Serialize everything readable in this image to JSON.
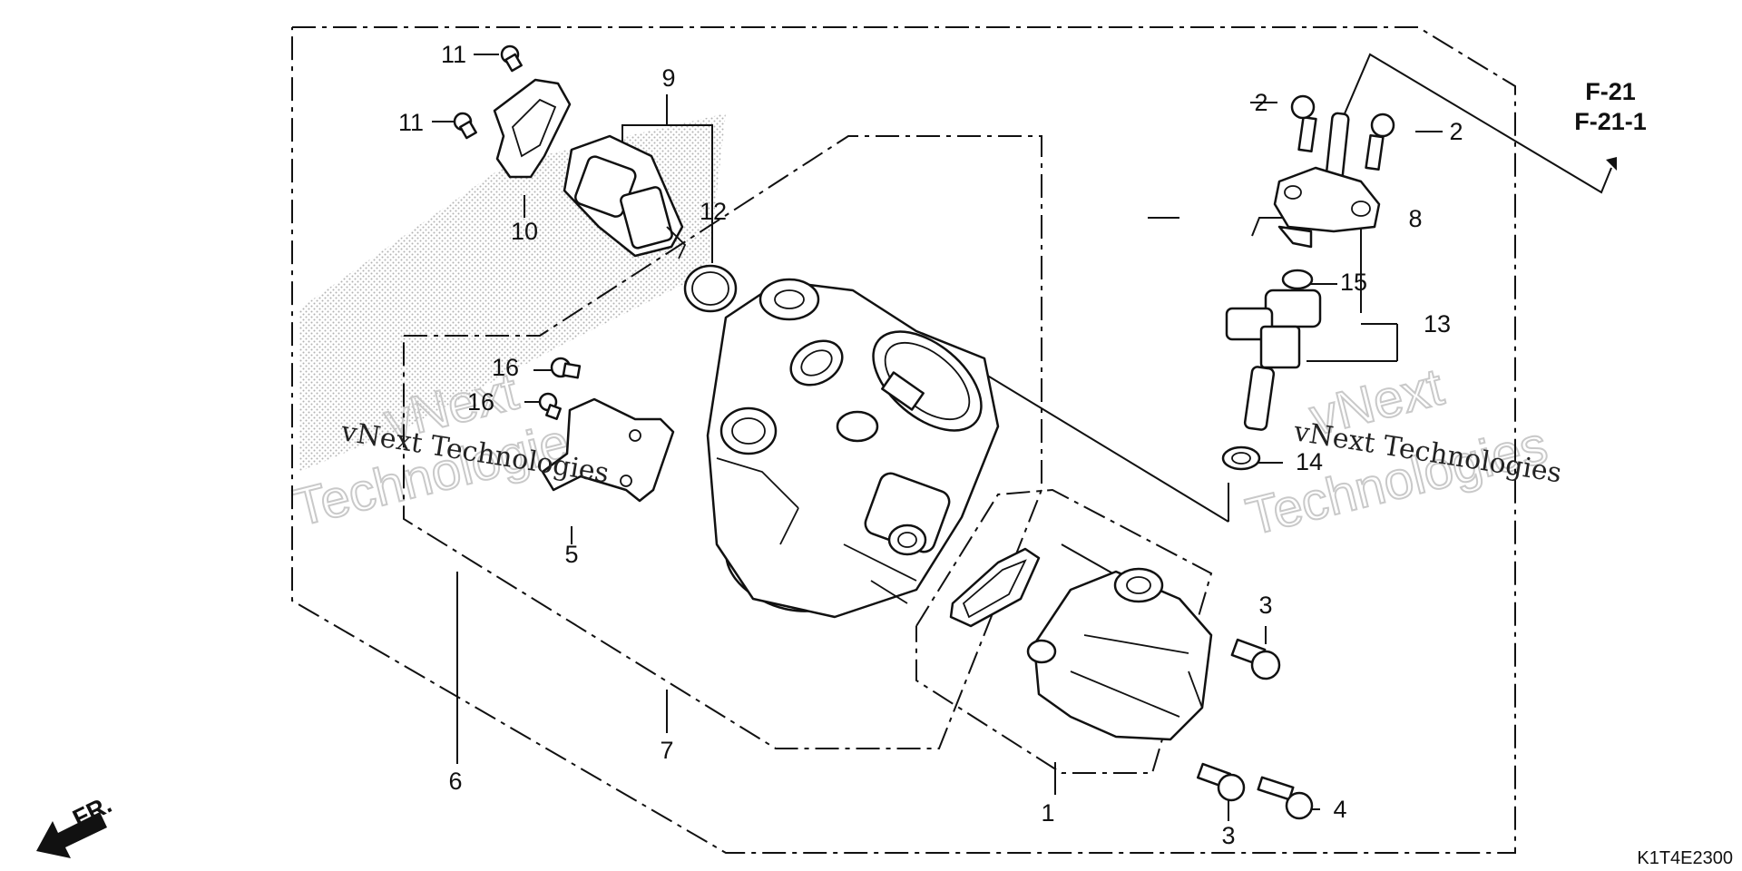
{
  "labels": {
    "l1": "1",
    "l2a": "2",
    "l2b": "2",
    "l3a": "3",
    "l3b": "3",
    "l4": "4",
    "l5": "5",
    "l6": "6",
    "l7": "7",
    "l8": "8",
    "l9": "9",
    "l10": "10",
    "l11a": "11",
    "l11b": "11",
    "l12": "12",
    "l13": "13",
    "l14": "14",
    "l15": "15",
    "l16a": "16",
    "l16b": "16"
  },
  "reference": {
    "line1": "F-21",
    "line2": "F-21-1"
  },
  "front_indicator": "FR.",
  "diagram_code": "K1T4E2300",
  "watermarks": {
    "company": "vNext Technologies",
    "word1": "vNext",
    "word2": "Technologies"
  }
}
